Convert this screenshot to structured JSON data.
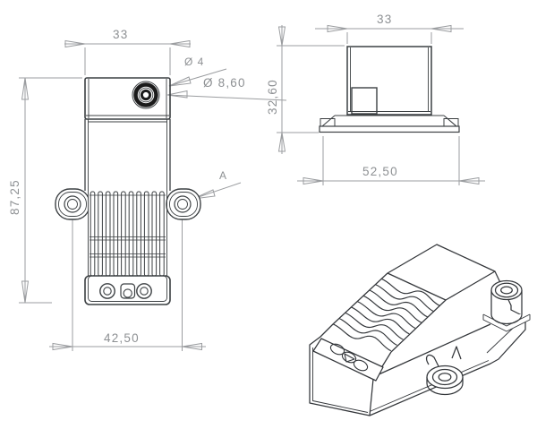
{
  "drawing_type": "technical-orthographic-drawing",
  "dimensions": {
    "front_width": "33",
    "front_height": "87,25",
    "front_mount_span": "42,50",
    "hole_diameter": "Ø 4",
    "boss_diameter": "Ø 8,60",
    "detail_label": "A",
    "side_width": "33",
    "side_height": "32,60",
    "side_base_width": "52,50"
  },
  "colors": {
    "background": "#ffffff",
    "geometry_line": "#3c4043",
    "dark_ring": "#1b1b1b",
    "dimension_line": "#9b9da0",
    "dimension_text": "#8d9093"
  }
}
